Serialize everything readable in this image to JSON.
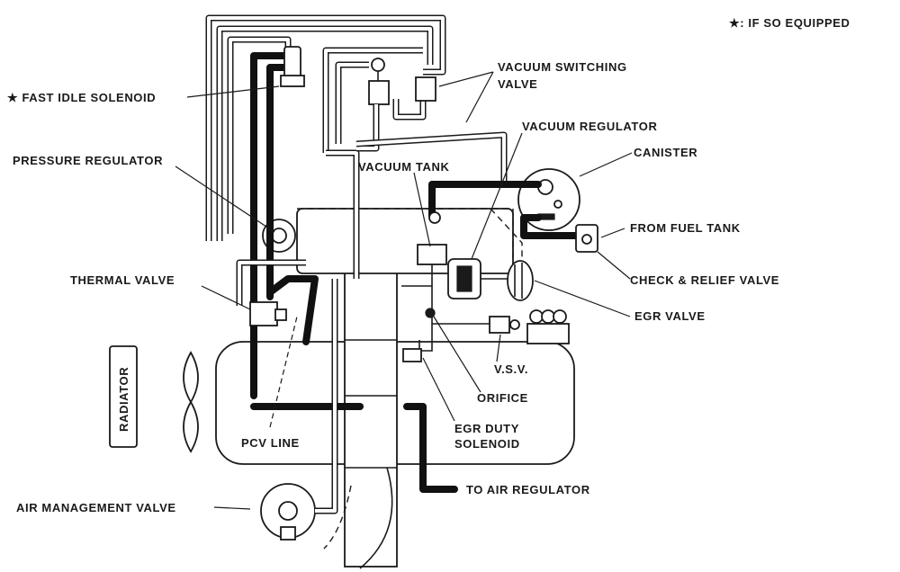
{
  "note": "★: IF SO EQUIPPED",
  "labels": {
    "fast_idle_solenoid": "★ FAST IDLE SOLENOID",
    "pressure_regulator": "PRESSURE REGULATOR",
    "thermal_valve": "THERMAL VALVE",
    "radiator": "RADIATOR",
    "pcv_line": "PCV LINE",
    "air_management_valve": "AIR MANAGEMENT VALVE",
    "vacuum_switching_valve_1": "VACUUM SWITCHING",
    "vacuum_switching_valve_2": "VALVE",
    "vacuum_regulator": "VACUUM REGULATOR",
    "vacuum_tank": "VACUUM TANK",
    "canister": "CANISTER",
    "from_fuel_tank": "FROM FUEL TANK",
    "check_relief_valve": "CHECK & RELIEF VALVE",
    "egr_valve": "EGR VALVE",
    "vsv": "V.S.V.",
    "orifice": "ORIFICE",
    "egr_duty_solenoid_1": "EGR DUTY",
    "egr_duty_solenoid_2": "SOLENOID",
    "to_air_regulator": "TO AIR REGULATOR"
  }
}
